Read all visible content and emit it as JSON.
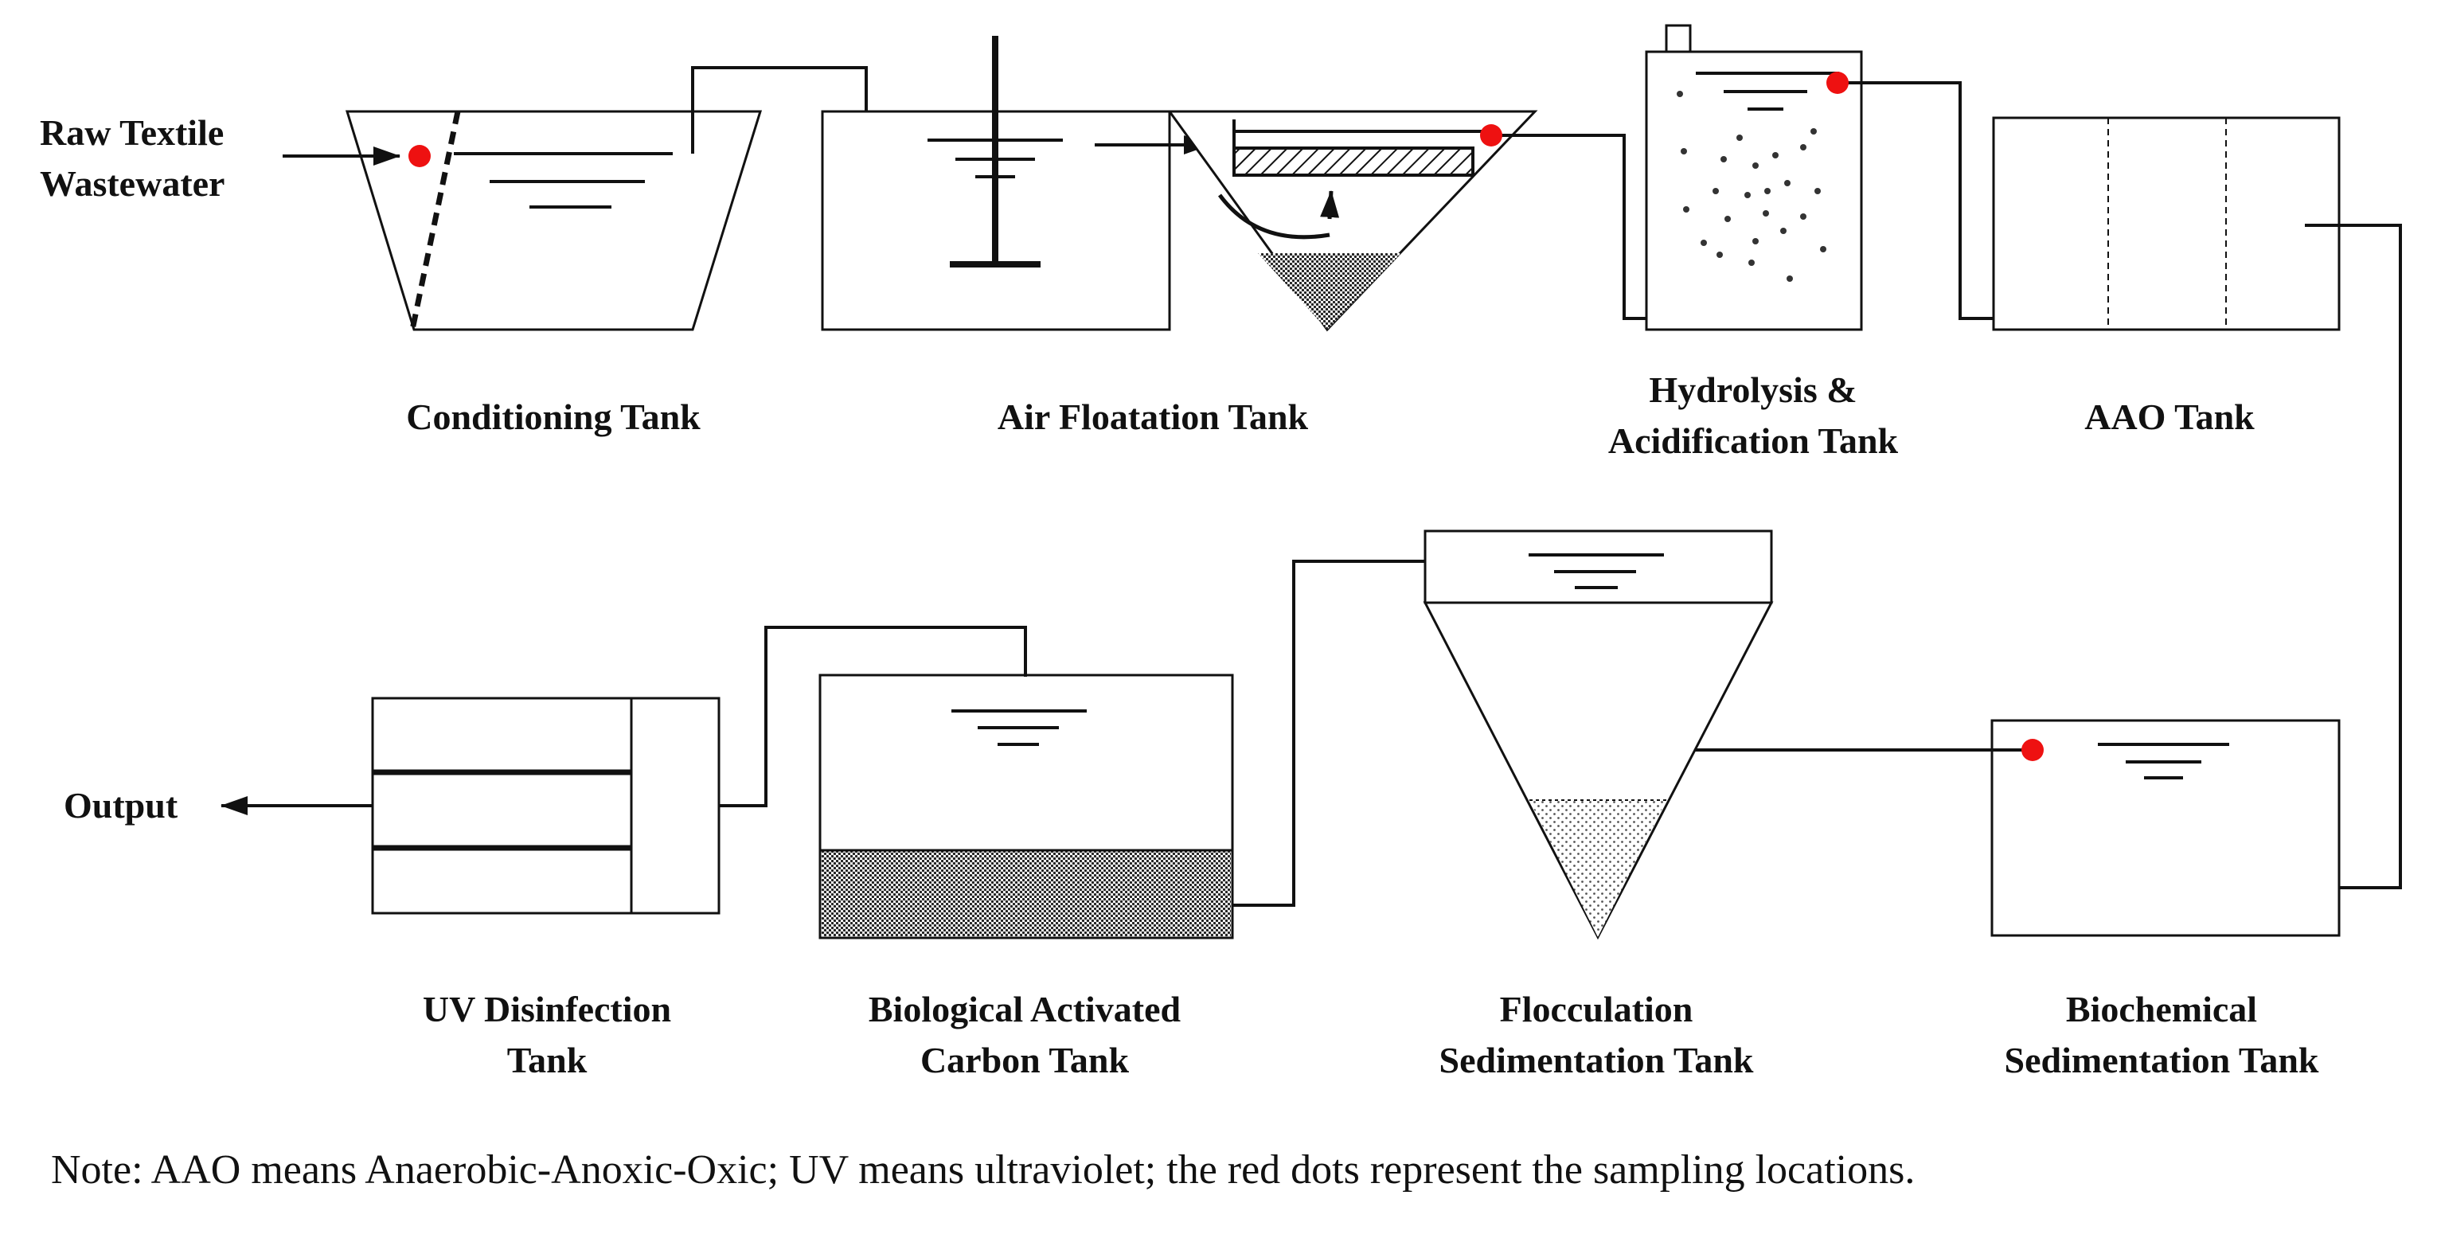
{
  "input": {
    "line1": "Raw Textile",
    "line2": "Wastewater"
  },
  "output": {
    "label": "Output"
  },
  "tanks": {
    "conditioning": {
      "line1": "Conditioning Tank"
    },
    "air_floatation": {
      "line1": "Air Floatation Tank"
    },
    "hydrolysis": {
      "line1": "Hydrolysis &",
      "line2": "Acidification Tank"
    },
    "aao": {
      "line1": "AAO Tank"
    },
    "biochemical": {
      "line1": "Biochemical",
      "line2": "Sedimentation Tank"
    },
    "flocculation": {
      "line1": "Flocculation",
      "line2": "Sedimentation Tank"
    },
    "activated_carbon": {
      "line1": "Biological Activated",
      "line2": "Carbon Tank"
    },
    "uv": {
      "line1": "UV Disinfection",
      "line2": "Tank"
    }
  },
  "note": "Note: AAO means Anaerobic-Anoxic-Oxic; UV means ultraviolet; the red dots represent the sampling locations.",
  "colors": {
    "sampling_dot": "#ee1111",
    "line": "#111111"
  }
}
